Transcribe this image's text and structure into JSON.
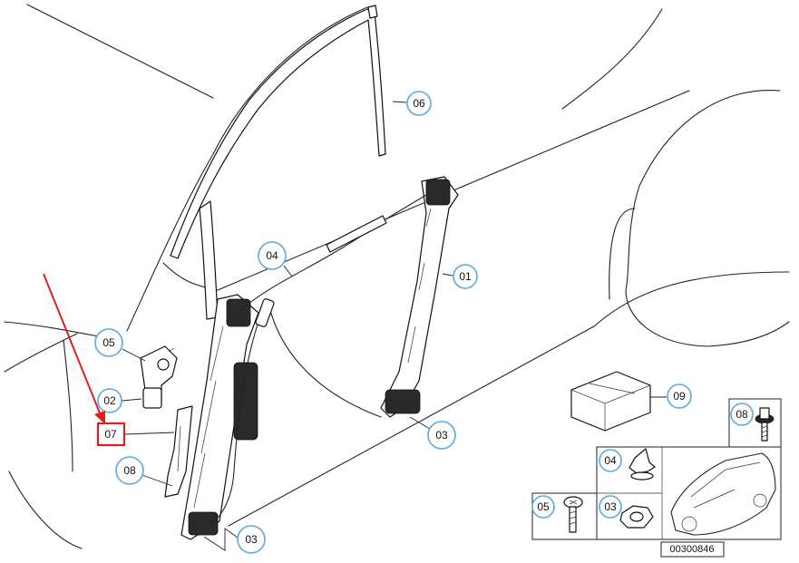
{
  "diagram": {
    "title": "Window regulator assembly",
    "diagram_number": "00300846",
    "highlighted_callout": "07",
    "callouts": {
      "c01": "01",
      "c02": "02",
      "c03a": "03",
      "c03b": "03",
      "c04": "04",
      "c05": "05",
      "c06": "06",
      "c07": "07",
      "c08": "08",
      "c09": "09",
      "k08": "08",
      "k04": "04",
      "k05": "05",
      "k03": "03"
    },
    "colors": {
      "callout_ring": "#5aa9e6",
      "highlight": "#e0201b",
      "line": "#222222"
    }
  }
}
